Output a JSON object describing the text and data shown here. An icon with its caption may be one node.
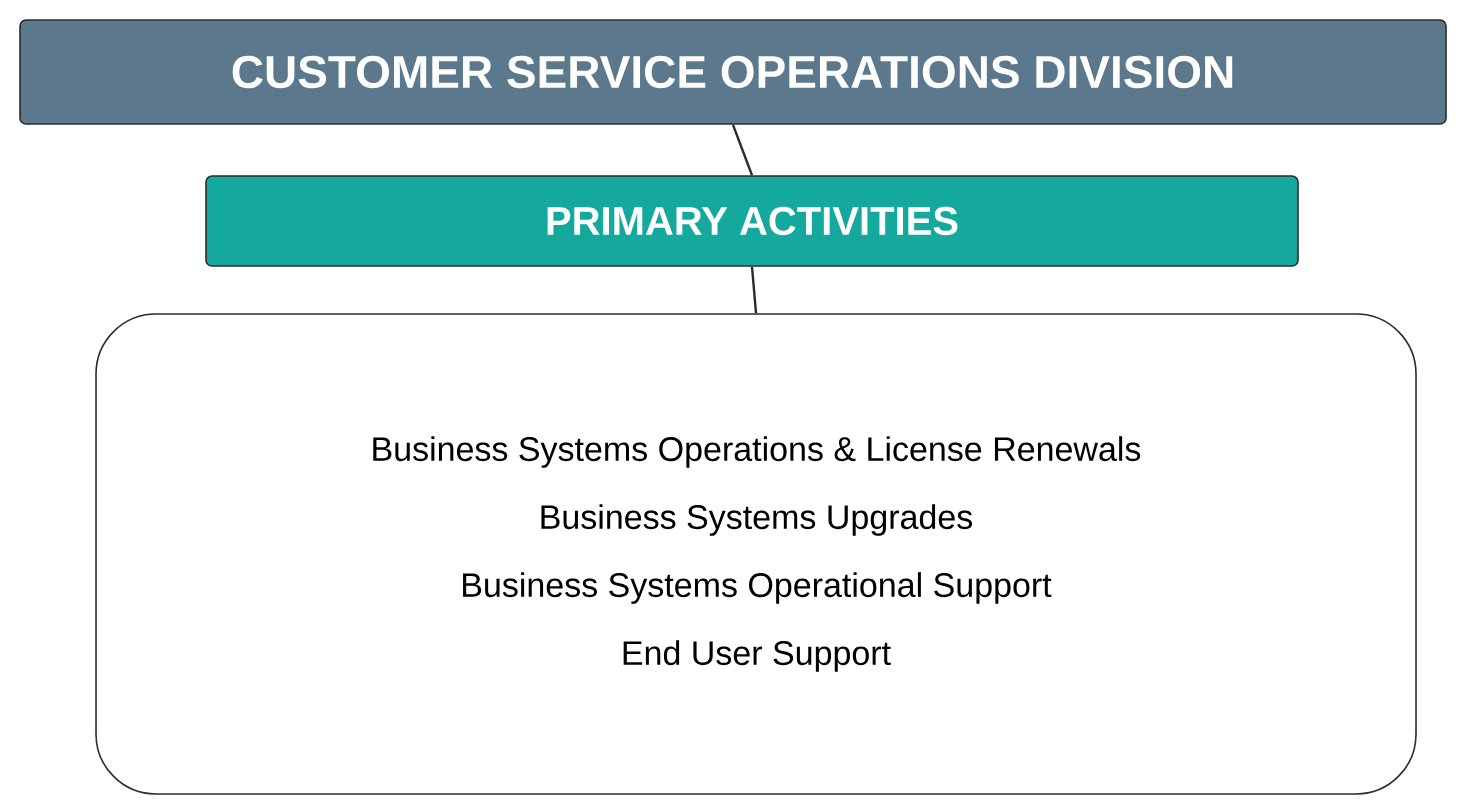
{
  "diagram": {
    "nodes": [
      {
        "text": [
          "CUSTOMER SERVICE OPERATIONS DIVISION"
        ]
      },
      {
        "text": [
          "PRIMARY ACTIVITIES"
        ]
      },
      {
        "text": [
          "Business Systems Operations & License Renewals",
          "Business Systems Upgrades",
          "Business Systems Operational Support",
          "End User Support"
        ]
      }
    ],
    "edges": [
      {
        "from": 0,
        "to": 1,
        "arrow": "none"
      },
      {
        "from": 1,
        "to": 2,
        "arrow": "none"
      }
    ]
  }
}
